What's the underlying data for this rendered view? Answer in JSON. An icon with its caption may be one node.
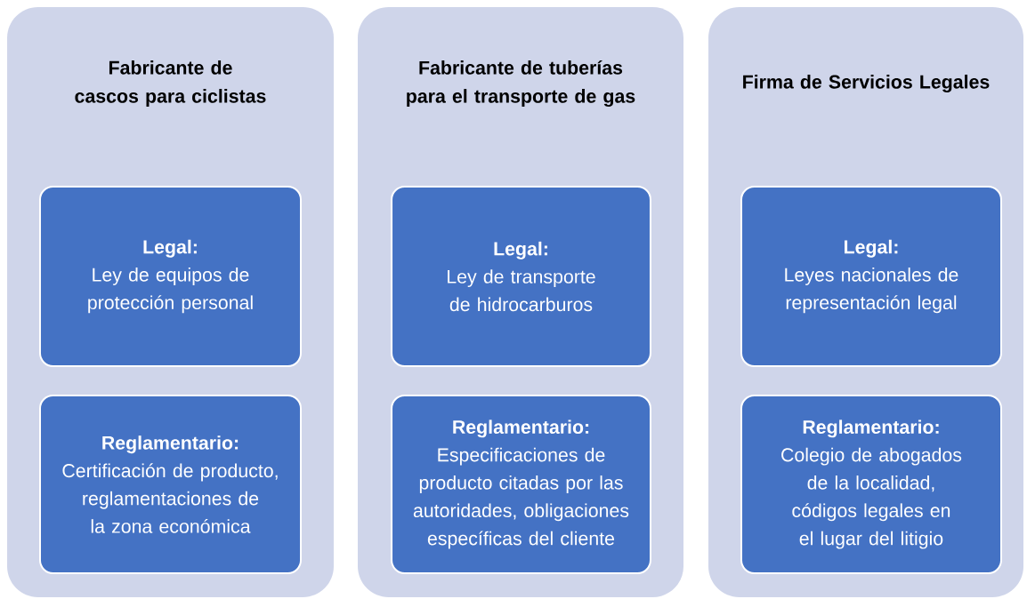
{
  "diagram": {
    "nodes": [
      {
        "text": [
          "Fabricante de cascos para ciclistas"
        ]
      },
      {
        "text": [
          "Legal:",
          "Ley de equipos de protección personal"
        ],
        "in": 0
      },
      {
        "text": [
          "Reglamentario:",
          "Certificación de producto, reglamentaciones de la zona económica"
        ],
        "in": 0
      },
      {
        "text": [
          "Fabricante de tuberías para el transporte de gas"
        ]
      },
      {
        "text": [
          "Legal:",
          "Ley de transporte de hidrocarburos"
        ],
        "in": 3
      },
      {
        "text": [
          "Reglamentario:",
          "Especificaciones de producto citadas por las autoridades, obligaciones específicas del cliente"
        ],
        "in": 3
      },
      {
        "text": [
          "Firma de Servicios Legales"
        ]
      },
      {
        "text": [
          "Legal:",
          "Leyes nacionales de representación legal"
        ],
        "in": 6
      },
      {
        "text": [
          "Reglamentario:",
          "Colegio de abogados de la localidad, códigos legales en el lugar del litigio"
        ],
        "in": 6
      }
    ]
  }
}
